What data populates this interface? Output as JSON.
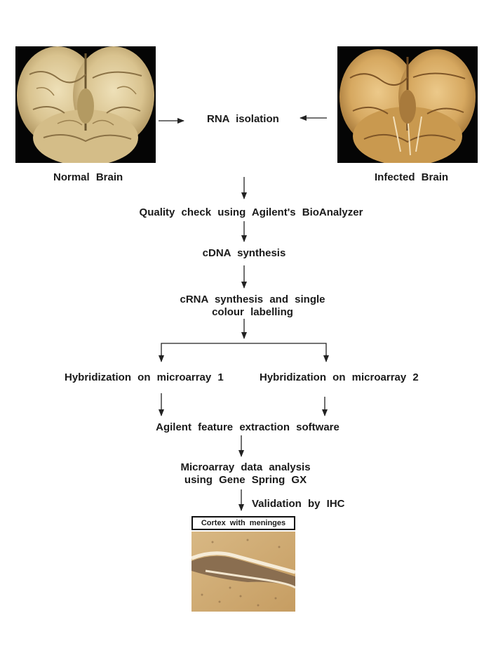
{
  "sources": {
    "normal_label": "Normal Brain",
    "infected_label": "Infected Brain",
    "normal_image": "normal-brain-photo",
    "infected_image": "infected-brain-photo"
  },
  "steps": {
    "rna_isolation": "RNA isolation",
    "quality_check": "Quality check using Agilent's BioAnalyzer",
    "cdna_synthesis": "cDNA synthesis",
    "crna_line1": "cRNA synthesis and single",
    "crna_line2": "colour labelling",
    "hyb1": "Hybridization on microarray 1",
    "hyb2": "Hybridization on microarray 2",
    "feature_extraction": "Agilent feature extraction software",
    "analysis_line1": "Microarray data analysis",
    "analysis_line2": "using Gene Spring GX",
    "validation": "Validation by IHC"
  },
  "ihc": {
    "caption": "Cortex with meninges",
    "image": "ihc-cortex-micrograph"
  },
  "colors": {
    "text": "#1a1a1a",
    "arrow": "#222222",
    "photo_background": "#000000"
  }
}
